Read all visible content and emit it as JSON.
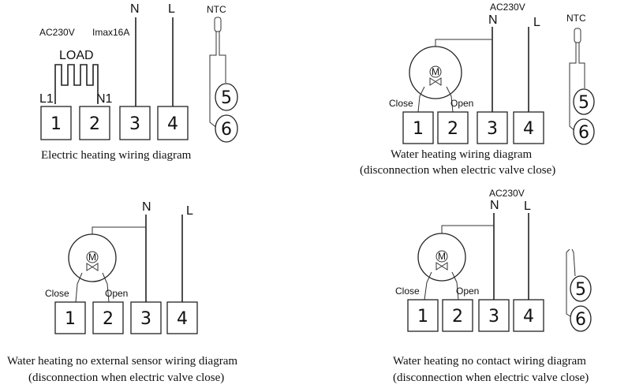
{
  "diagrams": [
    {
      "caption_1": "Electric heating wiring diagram",
      "supply": "AC230V",
      "current": "Imax16A",
      "load": "LOAD",
      "n_label": "N",
      "l_label": "L",
      "ntc": "NTC",
      "l1": "L1",
      "n1": "N1",
      "terminals": [
        "1",
        "2",
        "3",
        "4",
        "5",
        "6"
      ]
    },
    {
      "caption_1": "Water heating wiring diagram",
      "caption_2": "(disconnection when electric valve close)",
      "supply": "AC230V",
      "n_label": "N",
      "l_label": "L",
      "ntc": "NTC",
      "close": "Close",
      "open": "Open",
      "motor": "M",
      "terminals": [
        "1",
        "2",
        "3",
        "4",
        "5",
        "6"
      ]
    },
    {
      "caption_1": "Water heating no external sensor wiring diagram",
      "caption_2": "(disconnection when electric valve close)",
      "n_label": "N",
      "l_label": "L",
      "close": "Close",
      "open": "Open",
      "motor": "M",
      "terminals": [
        "1",
        "2",
        "3",
        "4"
      ]
    },
    {
      "caption_1": "Water heating no contact wiring diagram",
      "caption_2": "(disconnection when electric valve close)",
      "supply": "AC230V",
      "n_label": "N",
      "l_label": "L",
      "close": "Close",
      "open": "Open",
      "motor": "M",
      "terminals": [
        "1",
        "2",
        "3",
        "4",
        "5",
        "6"
      ]
    }
  ]
}
